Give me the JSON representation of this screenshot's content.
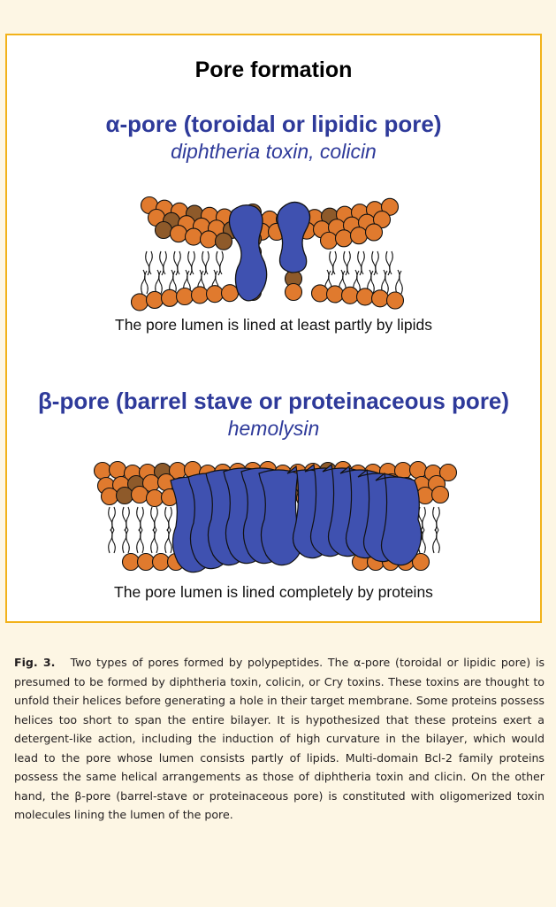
{
  "figure": {
    "title": "Pore formation",
    "alpha_pore": {
      "title": "α-pore (toroidal or lipidic pore)",
      "subtitle": "diphtheria toxin, colicin",
      "description": "The pore lumen is lined at least partly by lipids"
    },
    "beta_pore": {
      "title": "β-pore (barrel stave or proteinaceous pore)",
      "subtitle": "hemolysin",
      "description": "The pore lumen is lined completely by proteins"
    }
  },
  "caption": {
    "label": "Fig. 3.",
    "text": "Two types of pores formed by polypeptides. The α-pore (toroidal or lipidic pore) is presumed to be formed by diphtheria toxin, colicin, or Cry toxins. These toxins are thought to unfold their helices before generating a hole in their target membrane. Some proteins possess helices too short to span the entire bilayer. It is hypothesized that these proteins exert a detergent-like action, including the induction of high curvature in the bilayer, which would lead to the pore whose lumen consists partly of lipids. Multi-domain Bcl-2 family proteins possess the same helical arrangements as those of diphtheria toxin and clicin. On the other hand, the β-pore (barrel-stave or proteinaceous pore) is constituted with oligomerized toxin molecules lining the lumen of the pore."
  },
  "colors": {
    "lipid_head": "#e07a2e",
    "lipid_head_dark": "#8e5a2a",
    "protein": "#3f51b0",
    "title_text": "#2e3a9a",
    "frame": "#f2b21a",
    "page_background": "#fdf6e4"
  }
}
